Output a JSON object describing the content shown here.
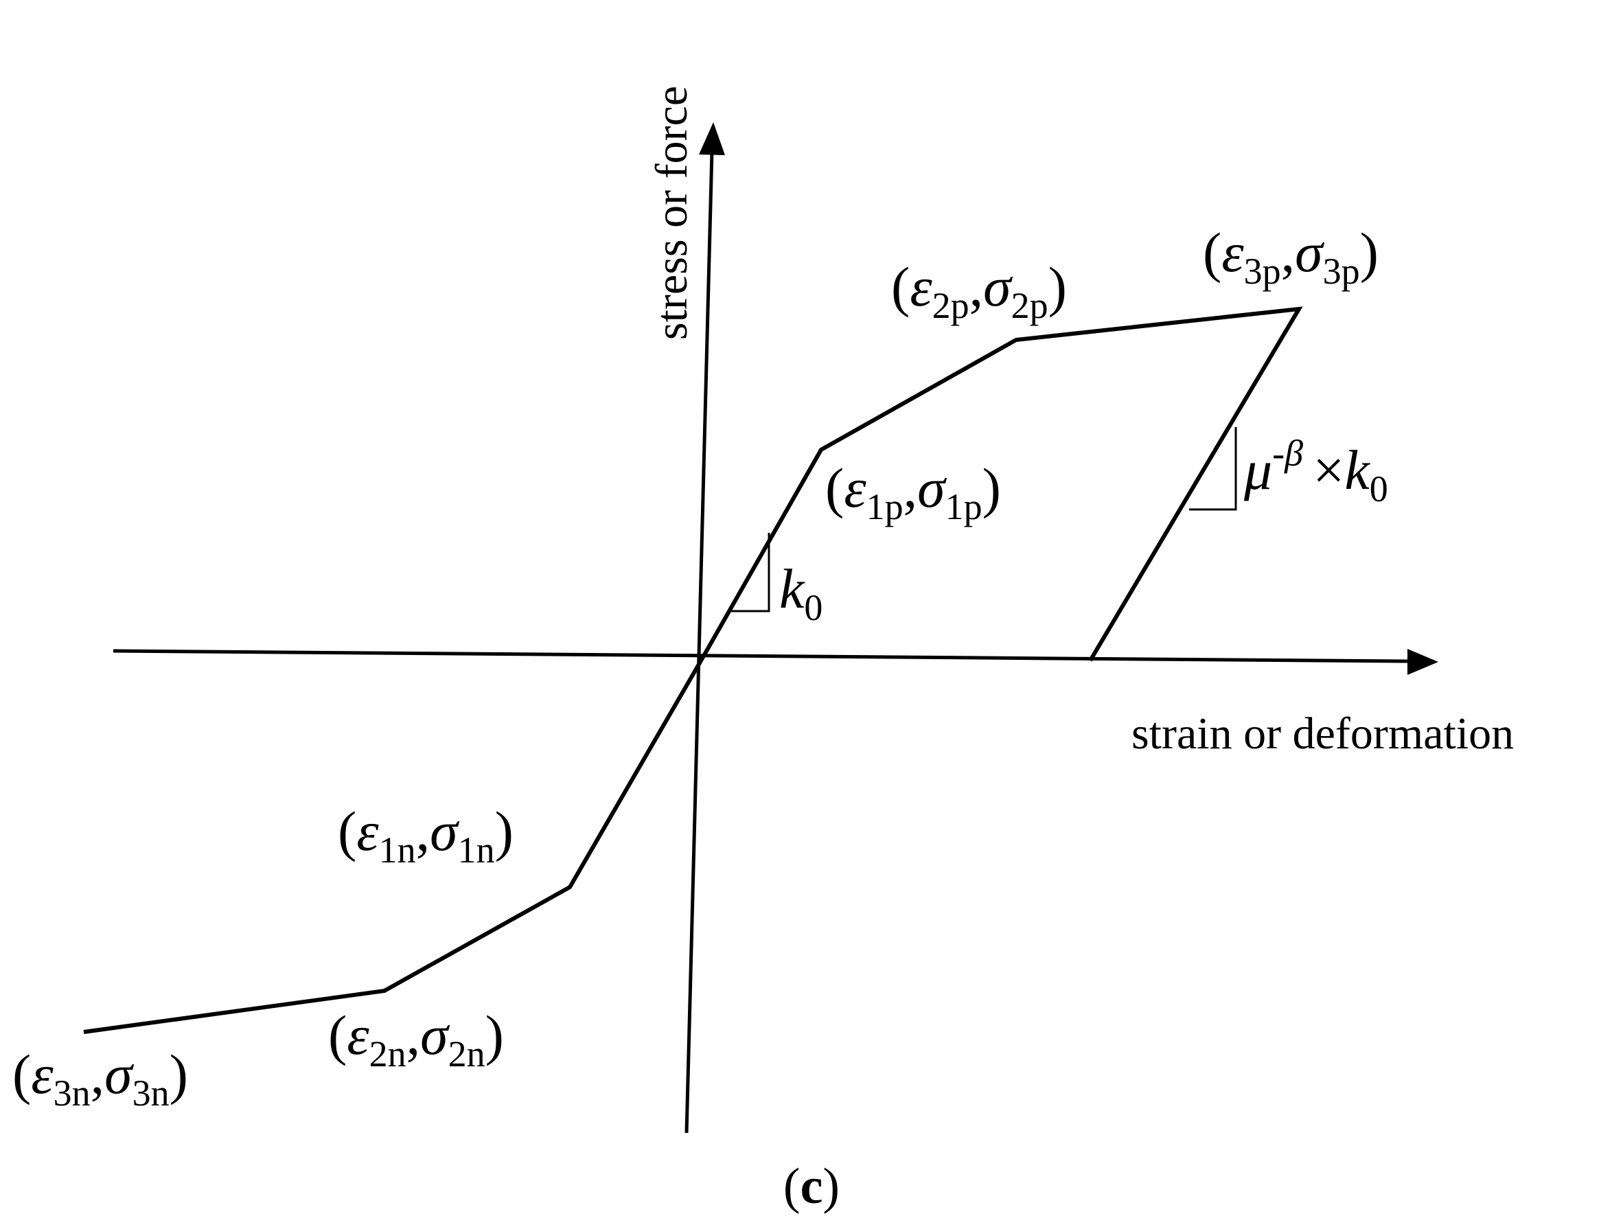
{
  "figure": {
    "y_axis_label": "stress or force",
    "x_axis_label": "strain or deformation",
    "caption_open": "(",
    "caption_letter": "c",
    "caption_close": ")"
  },
  "points": {
    "p1": {
      "open": "(",
      "eps": "ε",
      "eps_sub": "1p",
      "comma": ",",
      "sig": "σ",
      "sig_sub": "1p",
      "close": ")"
    },
    "p2": {
      "open": "(",
      "eps": "ε",
      "eps_sub": "2p",
      "comma": ",",
      "sig": "σ",
      "sig_sub": "2p",
      "close": ")"
    },
    "p3": {
      "open": "(",
      "eps": "ε",
      "eps_sub": "3p",
      "comma": ",",
      "sig": "σ",
      "sig_sub": "3p",
      "close": ")"
    },
    "n1": {
      "open": "(",
      "eps": "ε",
      "eps_sub": "1n",
      "comma": ",",
      "sig": "σ",
      "sig_sub": "1n",
      "close": ")"
    },
    "n2": {
      "open": "(",
      "eps": "ε",
      "eps_sub": "2n",
      "comma": ",",
      "sig": "σ",
      "sig_sub": "2n",
      "close": ")"
    },
    "n3": {
      "open": "(",
      "eps": "ε",
      "eps_sub": "3n",
      "comma": ",",
      "sig": "σ",
      "sig_sub": "3n",
      "close": ")"
    }
  },
  "slopes": {
    "initial": {
      "k": "k",
      "k_sub": "0"
    },
    "unloading": {
      "mu": "μ",
      "exp": "-β",
      "times": "×",
      "k": "k",
      "k_sub": "0"
    }
  }
}
